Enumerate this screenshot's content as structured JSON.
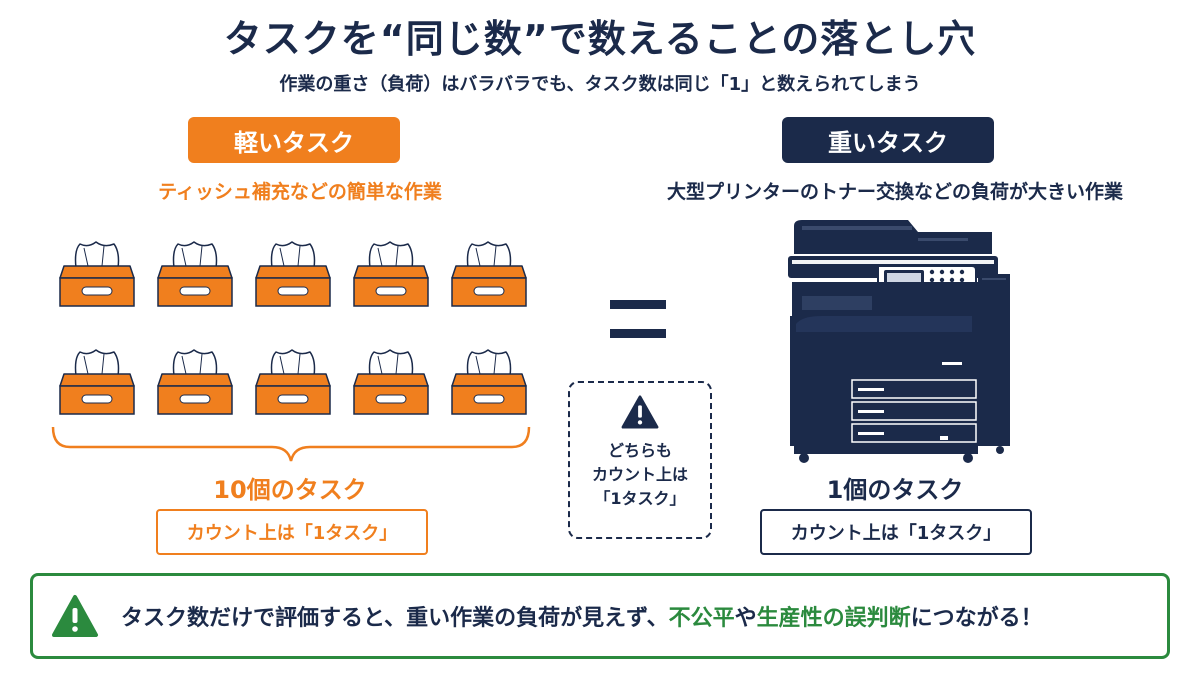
{
  "title": "タスクを“同じ数”で数えることの落とし穴",
  "subtitle": "作業の重さ（負荷）はバラバラでも、タスク数は同じ「1」と数えられてしまう",
  "light": {
    "label": "軽いタスク",
    "description": "ティッシュ補充などの簡単な作業",
    "count_label": "10個のタスク",
    "box_label": "カウント上は「1タスク」",
    "tissue_count": 10
  },
  "heavy": {
    "label": "重いタスク",
    "description": "大型プリンターのトナー交換などの負荷が大きい作業",
    "count_label": "1個のタスク",
    "box_label": "カウント上は「1タスク」"
  },
  "comparison": {
    "line1": "どちらも",
    "line2": "カウント上は",
    "line3": "「1タスク」"
  },
  "banner": {
    "part1": "タスク数だけで評価すると、重い作業の負荷が見えず、",
    "green1": "不公平",
    "part2": "や",
    "green2": "生産性の誤判断",
    "part3": "につながる！"
  },
  "colors": {
    "orange": "#f07f1e",
    "navy": "#1b2a4a",
    "green": "#2b8a3e"
  },
  "icons": [
    "tissue-box-icon",
    "printer-icon",
    "warning-icon",
    "equals-icon"
  ]
}
